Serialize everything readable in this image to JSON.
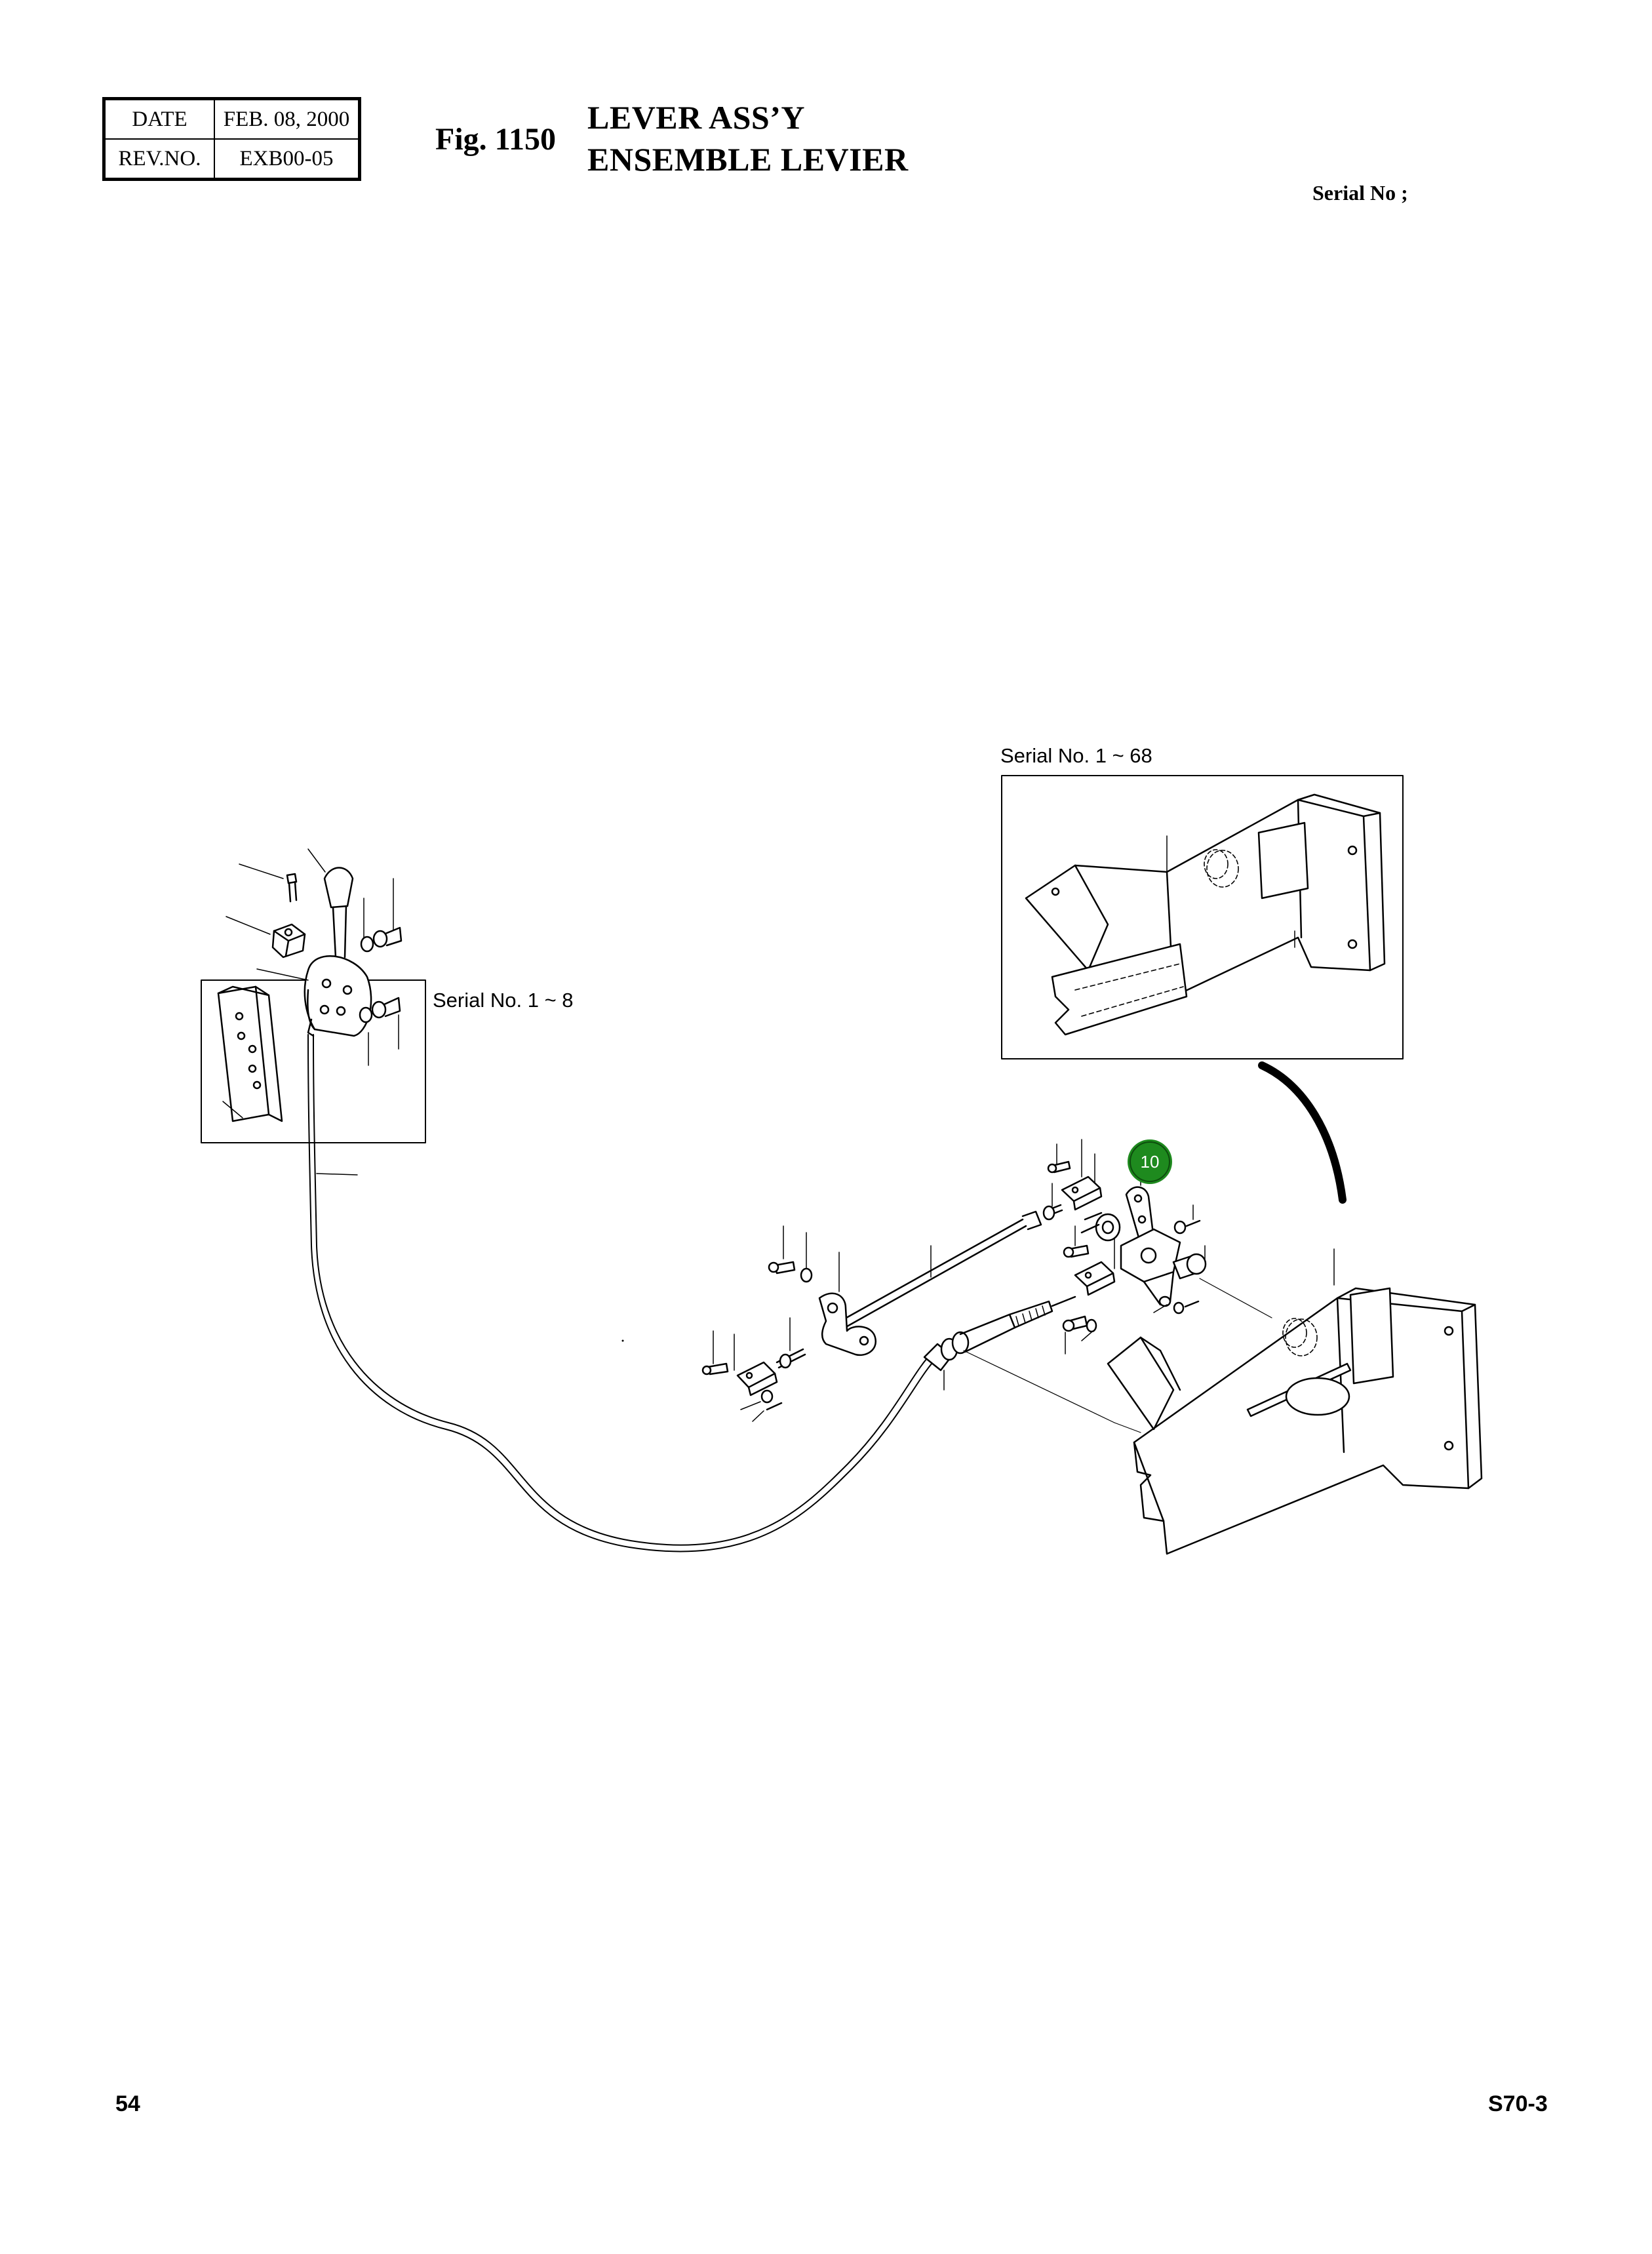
{
  "revision": {
    "date_label": "DATE",
    "date_value": "FEB. 08, 2000",
    "rev_label": "REV.NO.",
    "rev_value": "EXB00-05"
  },
  "figure": {
    "fig_label": "Fig. 1150",
    "title_en": "LEVER ASS’Y",
    "title_fr": "ENSEMBLE LEVIER"
  },
  "serial_header": "Serial No ;",
  "insets": {
    "top_right": "Serial No. 1 ~ 68",
    "left": "Serial No. 1 ~ 8"
  },
  "callout": {
    "number": "10",
    "color": "#1e8a1e"
  },
  "footer": {
    "page_number": "54",
    "doc_code": "S70-3"
  }
}
